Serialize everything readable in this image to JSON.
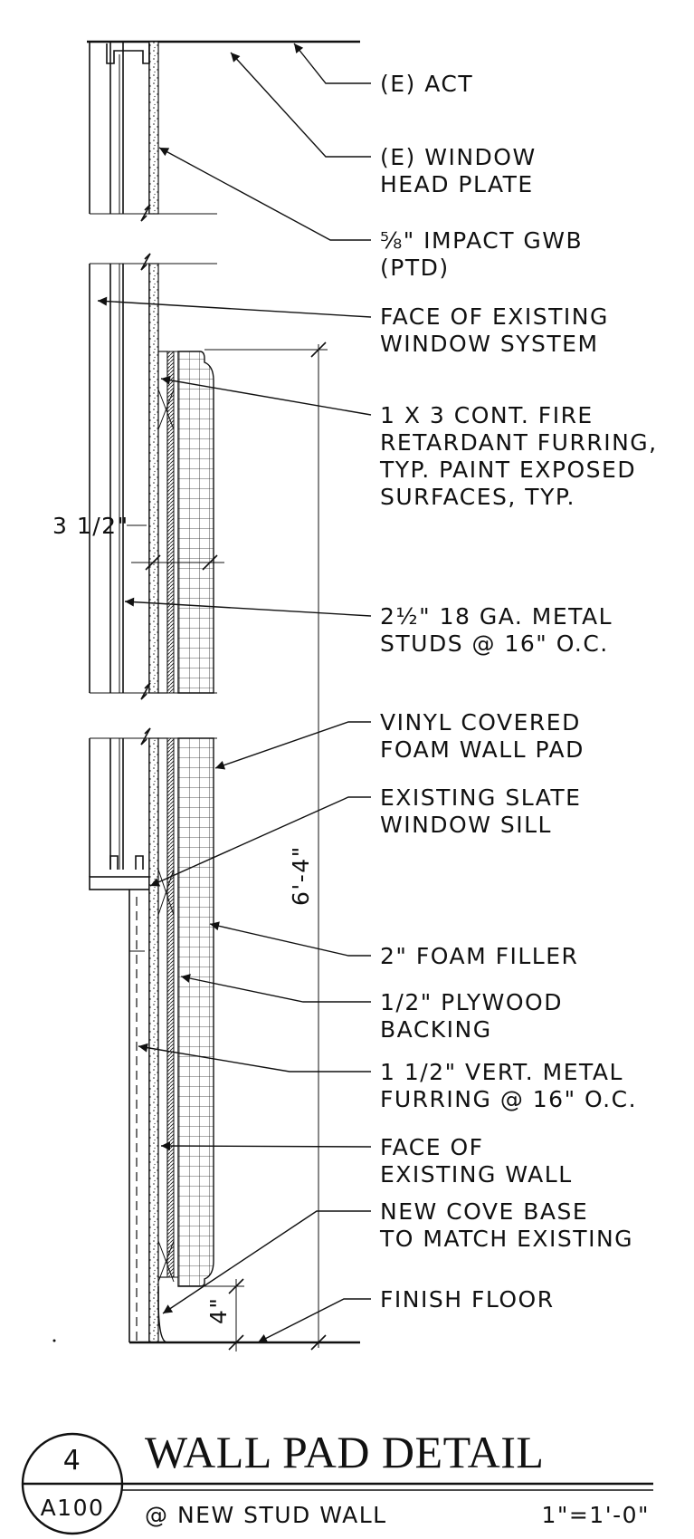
{
  "title": {
    "main": "WALL PAD DETAIL",
    "sub": "@ NEW STUD WALL",
    "scale": "1\"=1'-0\"",
    "detail_number": "4",
    "sheet": "A100"
  },
  "labels": [
    {
      "id": "existing-act",
      "lines": [
        "(E) ACT"
      ]
    },
    {
      "id": "window-head-plate",
      "lines": [
        "(E) WINDOW",
        "HEAD PLATE"
      ]
    },
    {
      "id": "impact-gwb",
      "lines": [
        "⅝\" IMPACT GWB",
        "(PTD)"
      ]
    },
    {
      "id": "face-existing-window",
      "lines": [
        "FACE OF EXISTING",
        "WINDOW SYSTEM"
      ]
    },
    {
      "id": "fire-retardant-furring",
      "lines": [
        "1 X 3 CONT. FIRE",
        "RETARDANT FURRING,",
        "TYP. PAINT EXPOSED",
        "SURFACES, TYP."
      ]
    },
    {
      "id": "metal-studs",
      "lines": [
        "2½\" 18 GA. METAL",
        "STUDS @ 16\" O.C."
      ]
    },
    {
      "id": "vinyl-foam-pad",
      "lines": [
        "VINYL COVERED",
        "FOAM WALL PAD"
      ]
    },
    {
      "id": "slate-sill",
      "lines": [
        "EXISTING SLATE",
        "WINDOW SILL"
      ]
    },
    {
      "id": "foam-filler",
      "lines": [
        "2\" FOAM FILLER"
      ]
    },
    {
      "id": "plywood-backing",
      "lines": [
        "1/2\" PLYWOOD",
        "BACKING"
      ]
    },
    {
      "id": "vert-metal-furring",
      "lines": [
        "1 1/2\" VERT. METAL",
        "FURRING @ 16\" O.C."
      ]
    },
    {
      "id": "face-existing-wall",
      "lines": [
        "FACE OF",
        "EXISTING WALL"
      ]
    },
    {
      "id": "cove-base",
      "lines": [
        "NEW COVE BASE",
        "TO MATCH EXISTING"
      ]
    },
    {
      "id": "finish-floor",
      "lines": [
        "FINISH FLOOR"
      ]
    }
  ],
  "dimensions": {
    "stud_depth": "3 1/2\"",
    "pad_height": "6'-4\"",
    "base_height": "4\""
  }
}
